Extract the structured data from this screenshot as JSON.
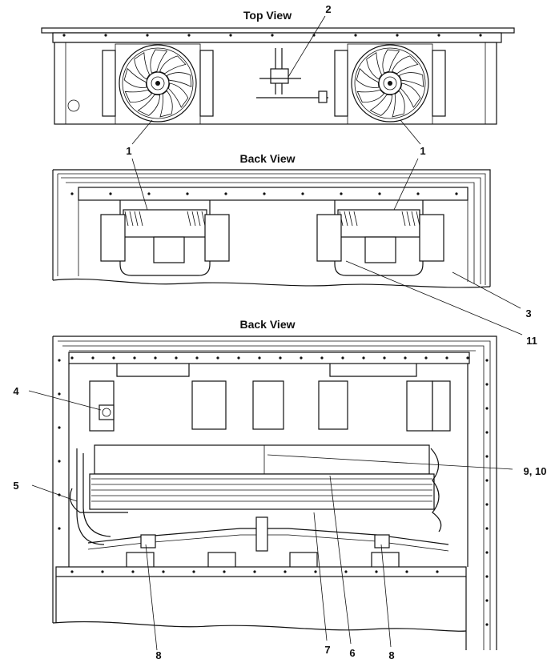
{
  "views": {
    "top": {
      "title": "Top View"
    },
    "back_upper": {
      "title": "Back View"
    },
    "back_lower": {
      "title": "Back View"
    }
  },
  "callouts": {
    "c1a": "1",
    "c1b": "1",
    "c2": "2",
    "c3": "3",
    "c11": "11",
    "c4": "4",
    "c5": "5",
    "c9_10": "9, 10",
    "c8a": "8",
    "c7": "7",
    "c6": "6",
    "c8b": "8"
  }
}
